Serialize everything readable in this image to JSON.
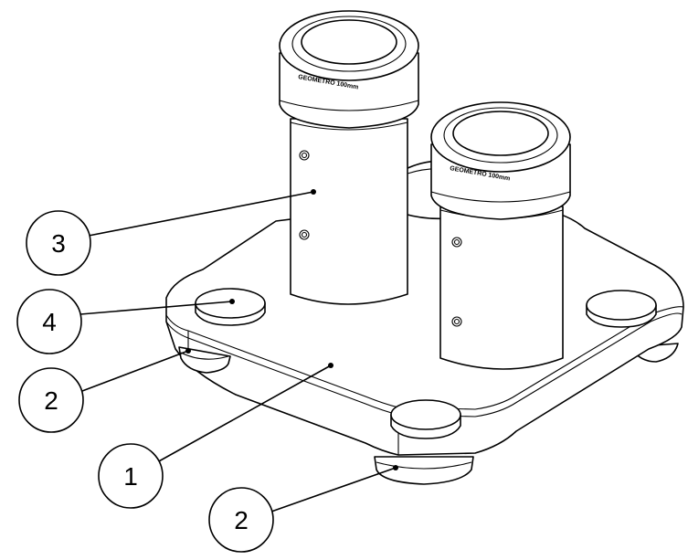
{
  "callouts": [
    {
      "id": "plate",
      "label": "1"
    },
    {
      "id": "foot-left",
      "label": "2"
    },
    {
      "id": "foot-front",
      "label": "2"
    },
    {
      "id": "tube",
      "label": "3"
    },
    {
      "id": "cap",
      "label": "4"
    }
  ],
  "engraving": {
    "left_cap": "GEOMETRO 100mm",
    "right_cap": "GEOMETRO 100mm"
  }
}
